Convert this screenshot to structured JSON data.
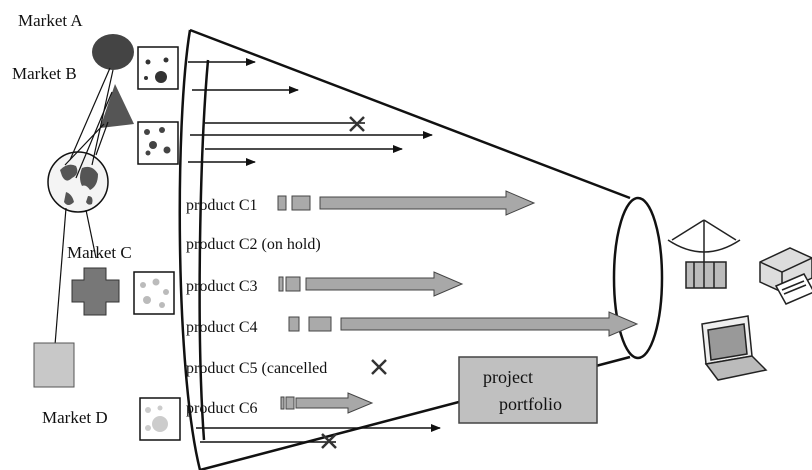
{
  "markets": {
    "a": "Market A",
    "b": "Market B",
    "c": "Market C",
    "d": "Market D"
  },
  "products": [
    {
      "label": "product C1"
    },
    {
      "label": "product C2 (on hold)"
    },
    {
      "label": "product C3"
    },
    {
      "label": "product C4"
    },
    {
      "label": "product C5 (cancelled"
    },
    {
      "label": "product C6"
    }
  ],
  "portfolio": {
    "line1": "project",
    "line2": "portfolio"
  },
  "icons": {
    "cancel": "cross-mark-icon",
    "outputs": [
      "satellite-dish-icon",
      "printer-icon",
      "laptop-icon"
    ]
  },
  "colors": {
    "ink": "#111111",
    "market_dark": "#444444",
    "arrow_fill": "#a8a8a8",
    "box_fill": "#c0c0c0"
  }
}
